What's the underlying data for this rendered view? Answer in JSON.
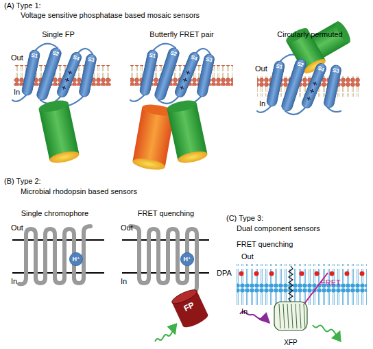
{
  "diagram": {
    "nodes": [
      {
        "text": [
          "S1"
        ]
      },
      {
        "text": [
          "S2"
        ]
      },
      {
        "text": [
          "S4"
        ]
      },
      {
        "text": [
          "S3"
        ]
      },
      {
        "text": [
          "S1"
        ]
      },
      {
        "text": [
          "S2"
        ]
      },
      {
        "text": [
          "S4"
        ]
      },
      {
        "text": [
          "S3"
        ]
      },
      {
        "text": [
          "S1"
        ]
      },
      {
        "text": [
          "S2"
        ]
      },
      {
        "text": [
          "S4"
        ]
      },
      {
        "text": [
          "S3"
        ]
      },
      {
        "text": [
          "H⁺"
        ]
      },
      {
        "text": [
          "H⁺"
        ]
      },
      {
        "text": [
          "FP"
        ]
      },
      {
        "text": [
          "XFP"
        ]
      }
    ],
    "labels": [
      "(A) Type 1:",
      "Voltage sensitive phosphatase based mosaic sensors",
      "Single FP",
      "Butterfly FRET pair",
      "Circularly permuted",
      "Out",
      "In",
      "Out",
      "In",
      "(B) Type 2:",
      "Microbial rhodopsin based sensors",
      "Single chromophore",
      "FRET quenching",
      "Out",
      "In",
      "Out",
      "In",
      "(C) Type 3:",
      "Dual component sensors",
      "FRET quenching",
      "Out",
      "DPA",
      "In",
      "FRET"
    ]
  }
}
